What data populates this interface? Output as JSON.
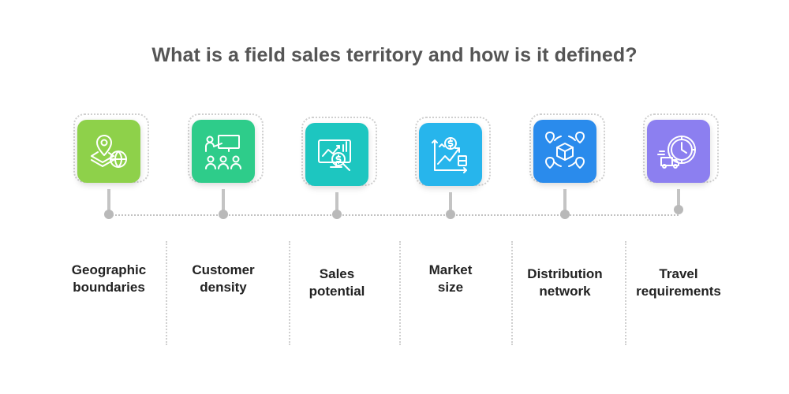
{
  "title": "What is a field sales territory and how is it defined?",
  "steps": [
    {
      "label_line1": "Geographic",
      "label_line2": "boundaries",
      "icon": "map-globe-icon",
      "color": "#8ED14A"
    },
    {
      "label_line1": "Customer",
      "label_line2": "density",
      "icon": "presentation-audience-icon",
      "color": "#2ECC8A"
    },
    {
      "label_line1": "Sales",
      "label_line2": "potential",
      "icon": "chart-magnifier-icon",
      "color": "#1DC6C0"
    },
    {
      "label_line1": "Market",
      "label_line2": "size",
      "icon": "money-growth-chart-icon",
      "color": "#27B5EC"
    },
    {
      "label_line1": "Distribution",
      "label_line2": "network",
      "icon": "package-network-icon",
      "color": "#2A8BEC"
    },
    {
      "label_line1": "Travel",
      "label_line2": "requirements",
      "icon": "delivery-clock-icon",
      "color": "#8C7FF0"
    }
  ]
}
